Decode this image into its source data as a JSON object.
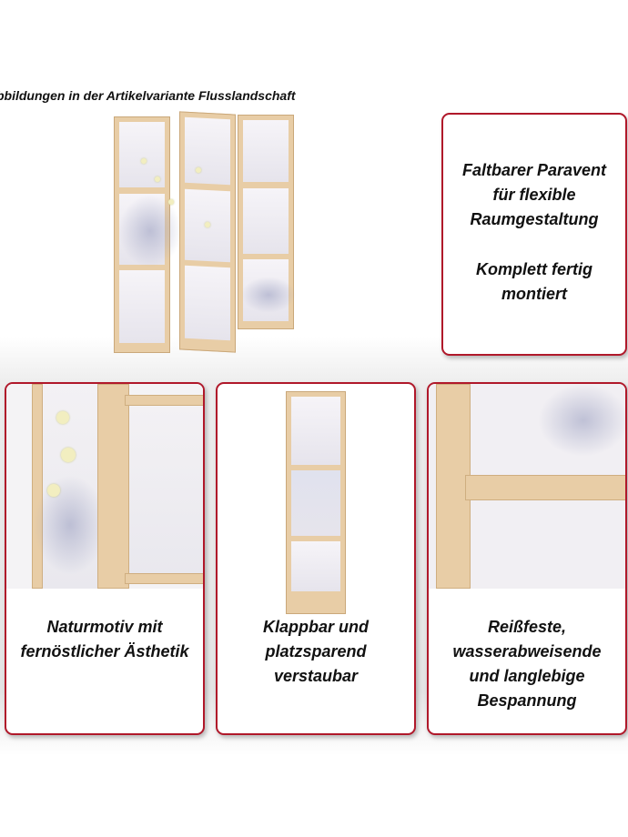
{
  "caption": "bbildungen in der Artikelvariante Flusslandschaft",
  "feature_box": {
    "lines_1": [
      "Faltbarer Paravent",
      "für flexible",
      "Raumgestaltung"
    ],
    "lines_2": [
      "Komplett fertig",
      "montiert"
    ]
  },
  "cards": [
    {
      "lines": [
        "Naturmotiv mit",
        "fernöstlicher Ästhetik"
      ]
    },
    {
      "lines": [
        "Klappbar und",
        "platzsparend",
        "verstaubar"
      ]
    },
    {
      "lines": [
        "Reißfeste,",
        "wasserabweisende",
        "und langlebige",
        "Bespannung"
      ]
    }
  ],
  "colors": {
    "border": "#b0182a",
    "wood": "#e8cda6"
  }
}
